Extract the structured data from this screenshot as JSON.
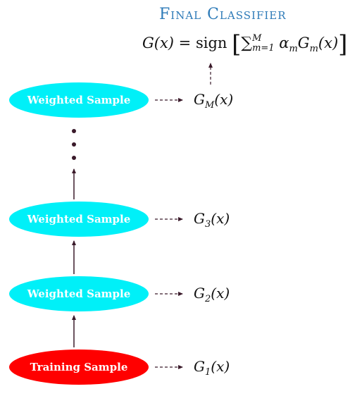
{
  "title": "Final Classifier",
  "formula": {
    "lhs": "G(x) = ",
    "sign": "sign",
    "sum_upper": "M",
    "sum_lower": "m=1",
    "term_alpha": "α",
    "term_alpha_sub": "m",
    "term_G": "G",
    "term_G_sub": "m",
    "term_arg": "(x)"
  },
  "nodes": [
    {
      "label": "Weighted Sample",
      "fill": "#00f0f8",
      "classifier_base": "G",
      "classifier_sub": "M",
      "classifier_arg": "(x)"
    },
    {
      "label": "Weighted Sample",
      "fill": "#00f0f8",
      "classifier_base": "G",
      "classifier_sub": "3",
      "classifier_arg": "(x)"
    },
    {
      "label": "Weighted Sample",
      "fill": "#00f0f8",
      "classifier_base": "G",
      "classifier_sub": "2",
      "classifier_arg": "(x)"
    },
    {
      "label": "Training Sample",
      "fill": "#ff0000",
      "classifier_base": "G",
      "classifier_sub": "1",
      "classifier_arg": "(x)"
    }
  ],
  "colors": {
    "title": "#2e7bb8",
    "arrow": "#3a1a2a",
    "weighted_fill": "#00f0f8",
    "training_fill": "#ff0000"
  }
}
